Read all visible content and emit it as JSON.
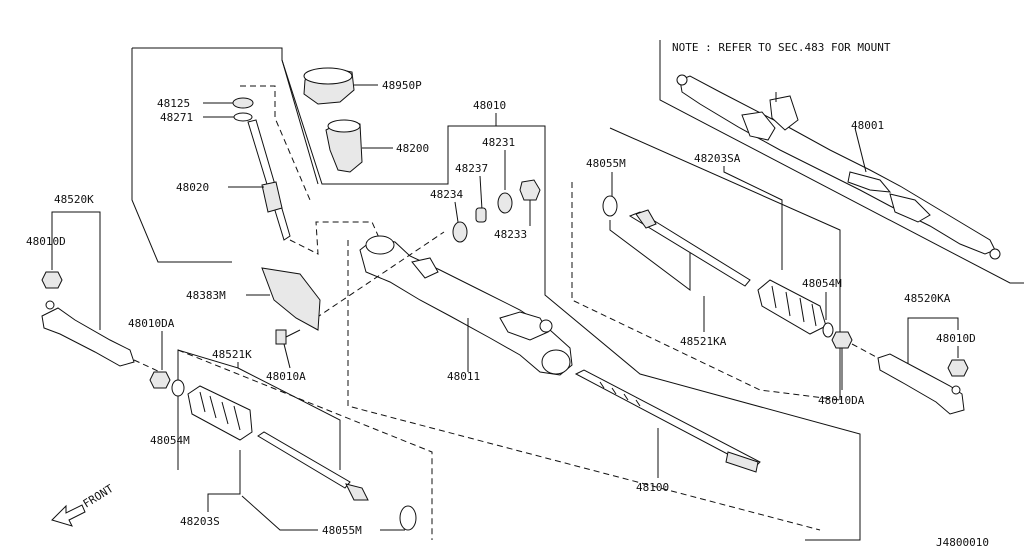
{
  "diagram": {
    "note": "NOTE : REFER TO SEC.483 FOR MOUNT",
    "code": "J4800010",
    "direction": "FRONT",
    "labels": {
      "p48950P": "48950P",
      "p48125": "48125",
      "p48271": "48271",
      "p48200": "48200",
      "p48020": "48020",
      "p48010": "48010",
      "p48231": "48231",
      "p48237": "48237",
      "p48234": "48234",
      "p48233": "48233",
      "p48001": "48001",
      "p48055M_top": "48055M",
      "p48203SA": "48203SA",
      "p48520K": "48520K",
      "p48010D_left": "48010D",
      "p48383M": "48383M",
      "p48010DA_left": "48010DA",
      "p48521K": "48521K",
      "p48010A": "48010A",
      "p48011": "48011",
      "p48054M_right": "48054M",
      "p48520KA": "48520KA",
      "p48010D_right": "48010D",
      "p48521KA": "48521KA",
      "p48010DA_right": "48010DA",
      "p48054M_left": "48054M",
      "p48100": "48100",
      "p48203S": "48203S",
      "p48055M_bottom": "48055M"
    }
  }
}
